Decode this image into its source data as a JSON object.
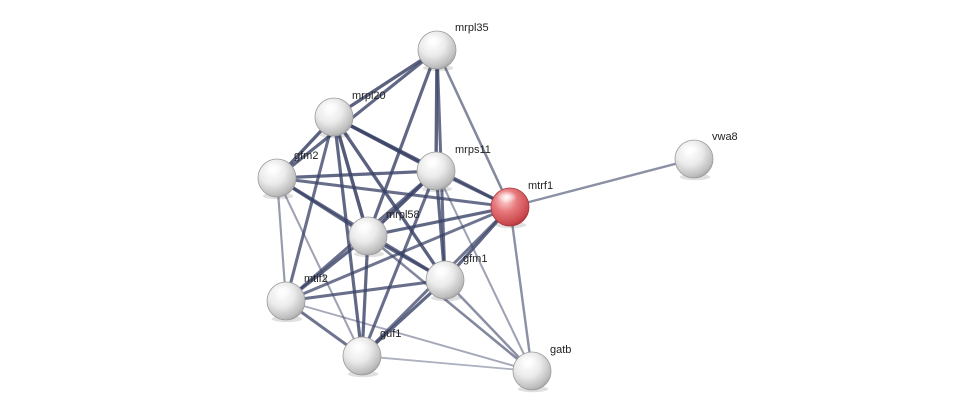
{
  "graph": {
    "colors": {
      "node_default": "#dcdcdc",
      "node_query": "#d9545a",
      "edge": "#3a4266",
      "background": "#ffffff"
    },
    "nodes": [
      {
        "id": "mrpl35",
        "label": "mrpl35",
        "query": false
      },
      {
        "id": "mrpl20",
        "label": "mrpl20",
        "query": false
      },
      {
        "id": "gfm2",
        "label": "gfm2",
        "query": false
      },
      {
        "id": "mrps11",
        "label": "mrps11",
        "query": false
      },
      {
        "id": "mtrf1",
        "label": "mtrf1",
        "query": true
      },
      {
        "id": "vwa8",
        "label": "vwa8",
        "query": false
      },
      {
        "id": "mrpl58",
        "label": "mrpl58",
        "query": false
      },
      {
        "id": "gfm1",
        "label": "gfm1",
        "query": false
      },
      {
        "id": "mtif2",
        "label": "mtif2",
        "query": false
      },
      {
        "id": "guf1",
        "label": "guf1",
        "query": false
      },
      {
        "id": "gatb",
        "label": "gatb",
        "query": false
      }
    ],
    "edges": [
      {
        "source": "mrpl35",
        "target": "mrpl20",
        "strength": 0.9
      },
      {
        "source": "mrpl35",
        "target": "gfm2",
        "strength": 0.85
      },
      {
        "source": "mrpl35",
        "target": "mrps11",
        "strength": 0.9
      },
      {
        "source": "mrpl35",
        "target": "mrpl58",
        "strength": 0.85
      },
      {
        "source": "mrpl35",
        "target": "gfm1",
        "strength": 0.8
      },
      {
        "source": "mrpl35",
        "target": "mtrf1",
        "strength": 0.6
      },
      {
        "source": "mrpl20",
        "target": "gfm2",
        "strength": 0.9
      },
      {
        "source": "mrpl20",
        "target": "mrps11",
        "strength": 0.95
      },
      {
        "source": "mrpl20",
        "target": "mrpl58",
        "strength": 0.95
      },
      {
        "source": "mrpl20",
        "target": "gfm1",
        "strength": 0.9
      },
      {
        "source": "mrpl20",
        "target": "mtif2",
        "strength": 0.8
      },
      {
        "source": "mrpl20",
        "target": "guf1",
        "strength": 0.85
      },
      {
        "source": "mrpl20",
        "target": "mtrf1",
        "strength": 0.85
      },
      {
        "source": "gfm2",
        "target": "mrps11",
        "strength": 0.85
      },
      {
        "source": "gfm2",
        "target": "mrpl58",
        "strength": 0.85
      },
      {
        "source": "gfm2",
        "target": "gfm1",
        "strength": 0.8
      },
      {
        "source": "gfm2",
        "target": "mtif2",
        "strength": 0.45
      },
      {
        "source": "gfm2",
        "target": "guf1",
        "strength": 0.4
      },
      {
        "source": "gfm2",
        "target": "mtrf1",
        "strength": 0.8
      },
      {
        "source": "mrps11",
        "target": "mrpl58",
        "strength": 0.95
      },
      {
        "source": "mrps11",
        "target": "gfm1",
        "strength": 0.85
      },
      {
        "source": "mrps11",
        "target": "mtif2",
        "strength": 0.8
      },
      {
        "source": "mrps11",
        "target": "guf1",
        "strength": 0.8
      },
      {
        "source": "mrps11",
        "target": "mtrf1",
        "strength": 0.75
      },
      {
        "source": "mrps11",
        "target": "gatb",
        "strength": 0.4
      },
      {
        "source": "mrpl58",
        "target": "mtrf1",
        "strength": 0.85
      },
      {
        "source": "mrpl58",
        "target": "gfm1",
        "strength": 0.85
      },
      {
        "source": "mrpl58",
        "target": "mtif2",
        "strength": 0.85
      },
      {
        "source": "mrpl58",
        "target": "guf1",
        "strength": 0.85
      },
      {
        "source": "mrpl58",
        "target": "gatb",
        "strength": 0.6
      },
      {
        "source": "mtrf1",
        "target": "vwa8",
        "strength": 0.55
      },
      {
        "source": "mtrf1",
        "target": "gfm1",
        "strength": 0.85
      },
      {
        "source": "mtrf1",
        "target": "mtif2",
        "strength": 0.75
      },
      {
        "source": "mtrf1",
        "target": "guf1",
        "strength": 0.75
      },
      {
        "source": "mtrf1",
        "target": "gatb",
        "strength": 0.55
      },
      {
        "source": "gfm1",
        "target": "mtif2",
        "strength": 0.8
      },
      {
        "source": "gfm1",
        "target": "guf1",
        "strength": 0.85
      },
      {
        "source": "gfm1",
        "target": "gatb",
        "strength": 0.55
      },
      {
        "source": "mtif2",
        "target": "guf1",
        "strength": 0.75
      },
      {
        "source": "mtif2",
        "target": "gatb",
        "strength": 0.35
      },
      {
        "source": "guf1",
        "target": "gatb",
        "strength": 0.3
      }
    ]
  }
}
